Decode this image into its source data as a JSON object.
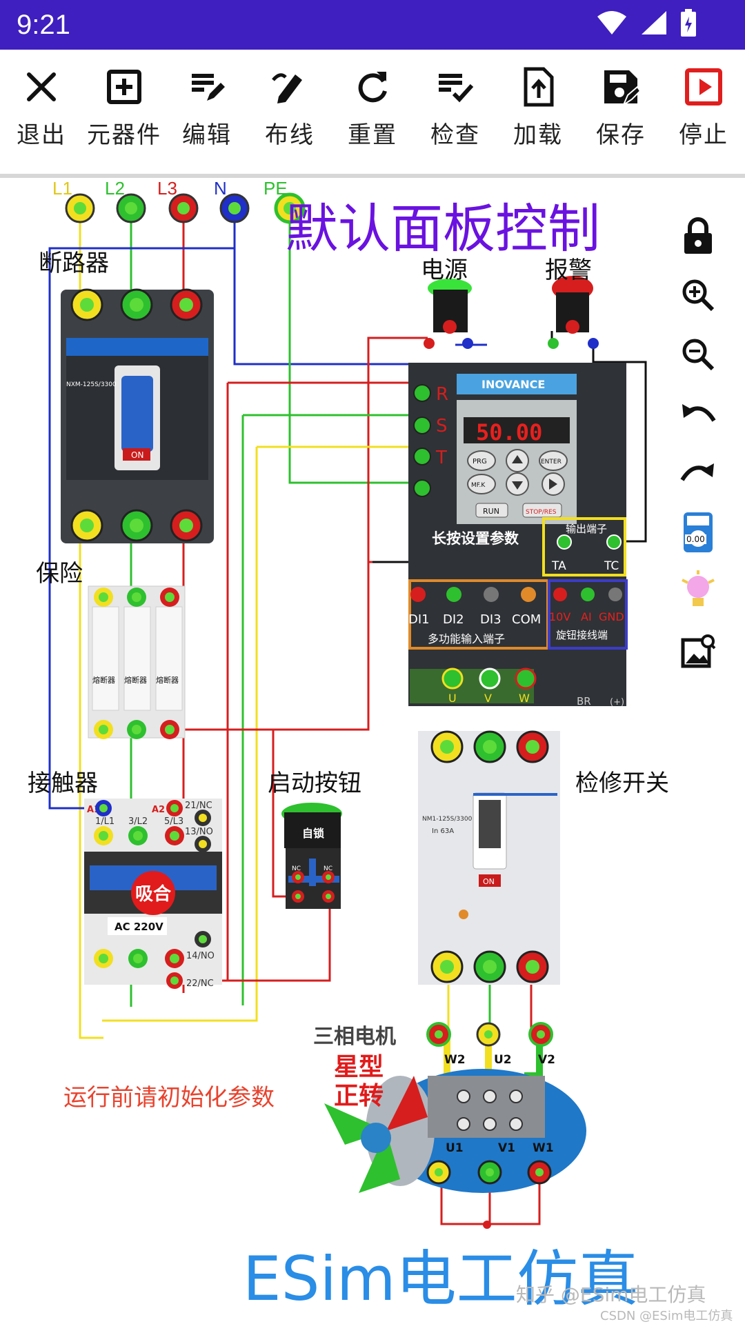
{
  "status": {
    "time": "9:21"
  },
  "toolbar": {
    "items": [
      {
        "label": "退出"
      },
      {
        "label": "元器件"
      },
      {
        "label": "编辑"
      },
      {
        "label": "布线"
      },
      {
        "label": "重置"
      },
      {
        "label": "检查"
      },
      {
        "label": "加载"
      },
      {
        "label": "保存"
      },
      {
        "label": "停止"
      }
    ]
  },
  "panel": {
    "title": "默认面板控制",
    "terminals": {
      "l1": "L1",
      "l2": "L2",
      "l3": "L3",
      "n": "N",
      "pe": "PE"
    },
    "breaker_label": "断路器",
    "power_label": "电源",
    "alarm_label": "报警",
    "fuse_label": "保险",
    "contactor_label": "接触器",
    "start_button_label": "启动按钮",
    "maintenance_switch_label": "检修开关",
    "motor_label": "三相电机",
    "motor_mode_line1": "星型",
    "motor_mode_line2": "正转",
    "init_hint": "运行前请初始化参数",
    "brand": "ESim电工仿真",
    "watermark": "知乎 @ESim电工仿真",
    "watermark_small": "CSDN @ESim电工仿真",
    "breaker_model": "NXM-125S/3300",
    "breaker_on": "ON",
    "fuse_text": "熔断器",
    "contactor_state": "吸合",
    "contactor_coil": "AC 220V",
    "contactor_terminals": [
      "1/L1",
      "3/L2",
      "5/L3",
      "21/NC",
      "13/NO",
      "14/NO",
      "22/NC",
      "A1",
      "A2"
    ],
    "button_text": "自锁",
    "button_nc": "NC",
    "switch_model": "NM1-125S/3300",
    "switch_rating": "In 63A",
    "switch_on": "ON",
    "motor_terminals": [
      "W2",
      "U2",
      "V2",
      "U1",
      "V1",
      "W1"
    ]
  },
  "vfd": {
    "brand": "INOVANCE",
    "display_value": "50.00",
    "input_terminals": [
      "R",
      "S",
      "T"
    ],
    "keys": [
      "PRG",
      "ENTER",
      "MF.K",
      "RUN",
      "STOP/RES"
    ],
    "long_press_hint": "长按设置参数",
    "output_terminal_title": "输出端子",
    "ta": "TA",
    "tc": "TC",
    "di_labels": [
      "DI1",
      "DI2",
      "DI3",
      "COM"
    ],
    "di_title": "多功能输入端子",
    "knob_labels": [
      "10V",
      "AI",
      "GND"
    ],
    "knob_title": "旋钮接线端",
    "out_terminals": [
      "U",
      "V",
      "W"
    ],
    "br": "BR",
    "plus": "(+)"
  },
  "sidebar": {
    "items": [
      "lock-icon",
      "zoom-in-icon",
      "zoom-out-icon",
      "undo-icon",
      "redo-icon",
      "meter-icon",
      "bulb-icon",
      "image-icon"
    ],
    "meter_value": "0.00"
  },
  "colors": {
    "statusbar": "#3f1fbf",
    "title": "#6a12e0",
    "brand": "#2a8de6",
    "warn": "#e8432e",
    "red_toolbar": "#e01e1e"
  }
}
